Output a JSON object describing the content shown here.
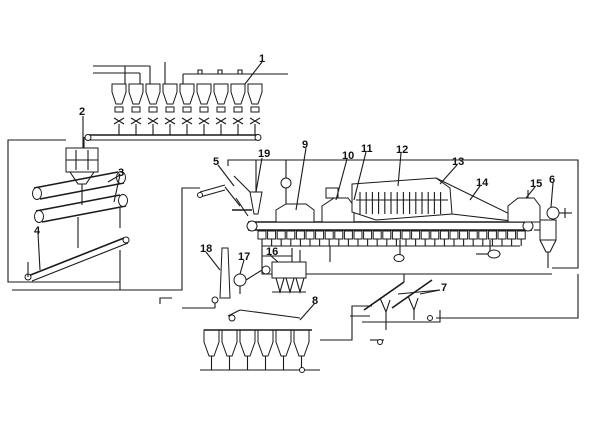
{
  "callouts": [
    {
      "id": "c1",
      "text": "1"
    },
    {
      "id": "c2",
      "text": "2"
    },
    {
      "id": "c3",
      "text": "3"
    },
    {
      "id": "c4",
      "text": "4"
    },
    {
      "id": "c5",
      "text": "5"
    },
    {
      "id": "c6",
      "text": "6"
    },
    {
      "id": "c7",
      "text": "7"
    },
    {
      "id": "c8",
      "text": "8"
    },
    {
      "id": "c9",
      "text": "9"
    },
    {
      "id": "c10",
      "text": "10"
    },
    {
      "id": "c11",
      "text": "11"
    },
    {
      "id": "c12",
      "text": "12"
    },
    {
      "id": "c13",
      "text": "13"
    },
    {
      "id": "c14",
      "text": "14"
    },
    {
      "id": "c15",
      "text": "15"
    },
    {
      "id": "c16",
      "text": "16"
    },
    {
      "id": "c17",
      "text": "17"
    },
    {
      "id": "c18",
      "text": "18"
    },
    {
      "id": "c19",
      "text": "19"
    }
  ]
}
